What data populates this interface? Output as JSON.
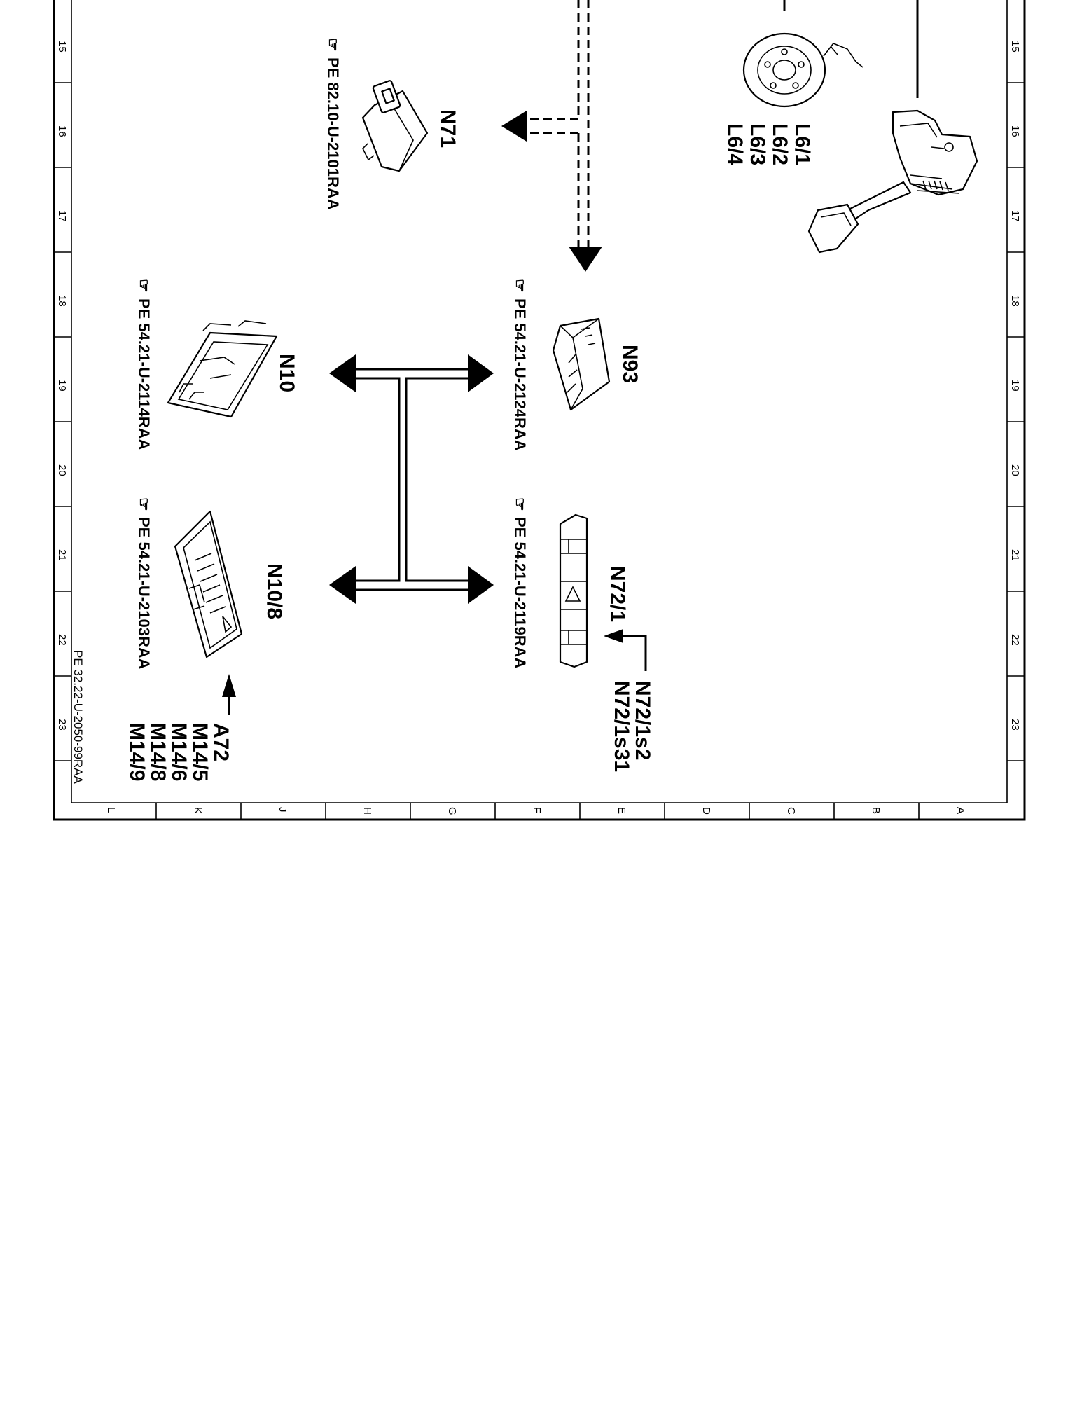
{
  "border": {
    "row_numbers": [
      "15",
      "16",
      "17",
      "18",
      "19",
      "20",
      "21",
      "22",
      "23"
    ],
    "column_letters": [
      "L",
      "K",
      "J",
      "H",
      "G",
      "F",
      "E",
      "D",
      "C",
      "B",
      "A"
    ]
  },
  "components": {
    "n71": {
      "label": "N71",
      "reference": "PE 82.10-U-2101RAA"
    },
    "n93": {
      "label": "N93",
      "reference": "PE 54.21-U-2124RAA"
    },
    "n10": {
      "label": "N10",
      "reference": "PE 54.21-U-2114RAA"
    },
    "n10_8": {
      "label": "N10/8",
      "reference": "PE 54.21-U-2103RAA",
      "inputs": [
        "A72",
        "M14/5",
        "M14/6",
        "M14/8",
        "M14/9"
      ]
    },
    "n72_1": {
      "label": "N72/1",
      "reference": "PE 54.21-U-2119RAA",
      "inputs": [
        "N72/1s2",
        "N72/1s31"
      ]
    },
    "l6": {
      "labels": [
        "L6/1",
        "L6/2",
        "L6/3",
        "L6/4"
      ]
    }
  },
  "footer": {
    "document_id": "PE 32.22-U-2050-99RAA"
  },
  "icons": {
    "reference": "pointing-hand-icon"
  }
}
